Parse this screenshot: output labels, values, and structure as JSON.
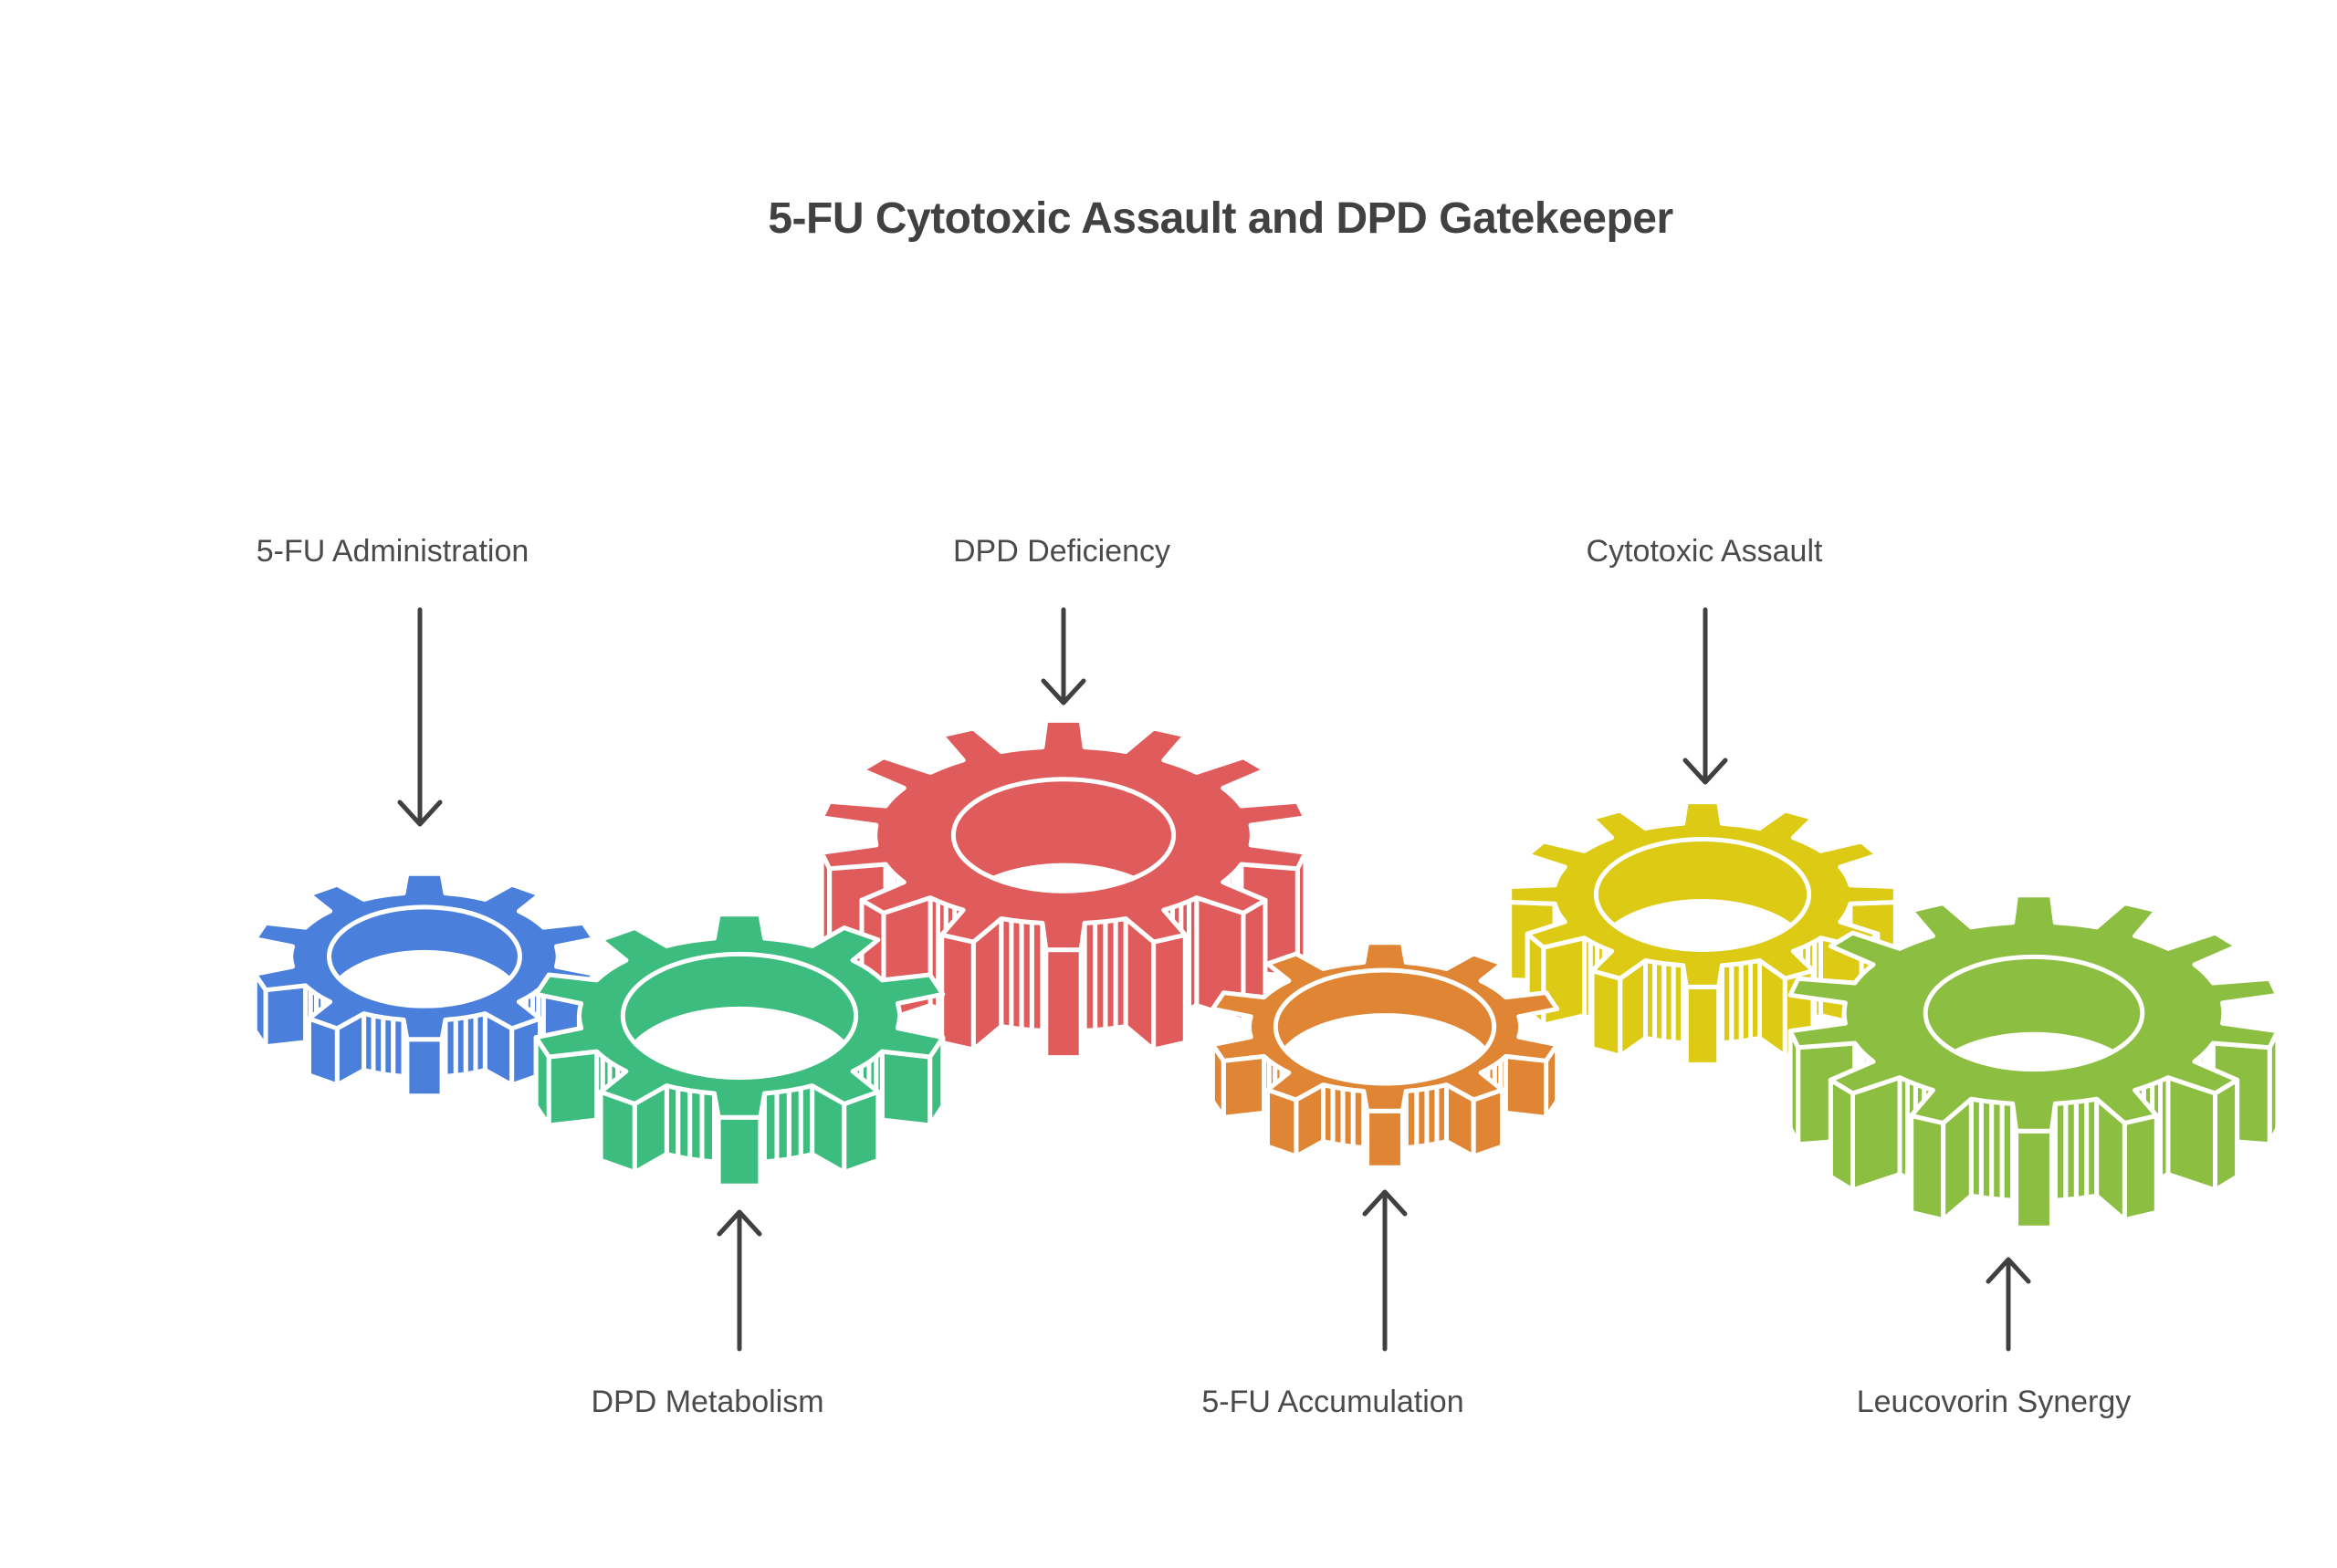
{
  "title": "5-FU Cytotoxic Assault and DPD Gatekeeper",
  "steps": [
    {
      "label": "5-FU Administration",
      "gear_color": "#4b7fdc",
      "label_position": "top"
    },
    {
      "label": "DPD Metabolism",
      "gear_color": "#3cbc7e",
      "label_position": "bottom"
    },
    {
      "label": "DPD Deficiency",
      "gear_color": "#e05b5b",
      "label_position": "top"
    },
    {
      "label": "5-FU Accumulation",
      "gear_color": "#df8533",
      "label_position": "bottom"
    },
    {
      "label": "Cytotoxic Assault",
      "gear_color": "#ddca15",
      "label_position": "top"
    },
    {
      "label": "Leucovorin Synergy",
      "gear_color": "#8cbf41",
      "label_position": "bottom"
    }
  ],
  "colors": {
    "background": "#ffffff",
    "gear_outline": "#ffffff",
    "arrow": "#404040",
    "title_text": "#414141",
    "label_text": "#4a4a4a"
  }
}
